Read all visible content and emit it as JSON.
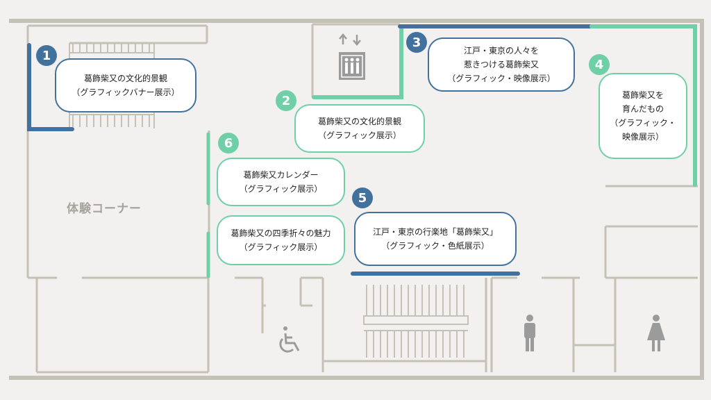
{
  "map": {
    "colors": {
      "wall": "#c5c1b6",
      "floor": "#f2f1f0",
      "blue": "#41719c",
      "green": "#6fcfa6",
      "icon": "#9b9b9b"
    },
    "taiken_corner": "体験コーナー",
    "exhibits": [
      {
        "number": "1",
        "line1": "葛飾柴又の文化的景観",
        "line2": "（グラフィックバナー展示）",
        "line3": "",
        "line4": "",
        "color": "blue"
      },
      {
        "number": "2",
        "line1": "葛飾柴又の文化的景観",
        "line2": "（グラフィック展示）",
        "line3": "",
        "line4": "",
        "color": "green"
      },
      {
        "number": "3",
        "line1": "江戸・東京の人々を",
        "line2": "惹きつける葛飾柴又",
        "line3": "（グラフィック・映像展示）",
        "line4": "",
        "color": "blue"
      },
      {
        "number": "4",
        "line1": "葛飾柴又を",
        "line2": "育んだもの",
        "line3": "（グラフィック・",
        "line4": "映像展示）",
        "color": "green"
      },
      {
        "number": "5",
        "line1": "江戸・東京の行楽地「葛飾柴又」",
        "line2": "（グラフィック・色紙展示）",
        "line3": "",
        "line4": "",
        "color": "blue"
      },
      {
        "number": "6",
        "line1": "葛飾柴又カレンダー",
        "line2": "（グラフィック展示）",
        "line3": "",
        "line4": "",
        "color": "green"
      }
    ],
    "extra_exhibit": {
      "line1": "葛飾柴又の四季折々の魅力",
      "line2": "（グラフィック展示）",
      "color": "green"
    },
    "icons": [
      "elevator-icon",
      "wheelchair-icon",
      "men-restroom-icon",
      "women-restroom-icon"
    ]
  }
}
